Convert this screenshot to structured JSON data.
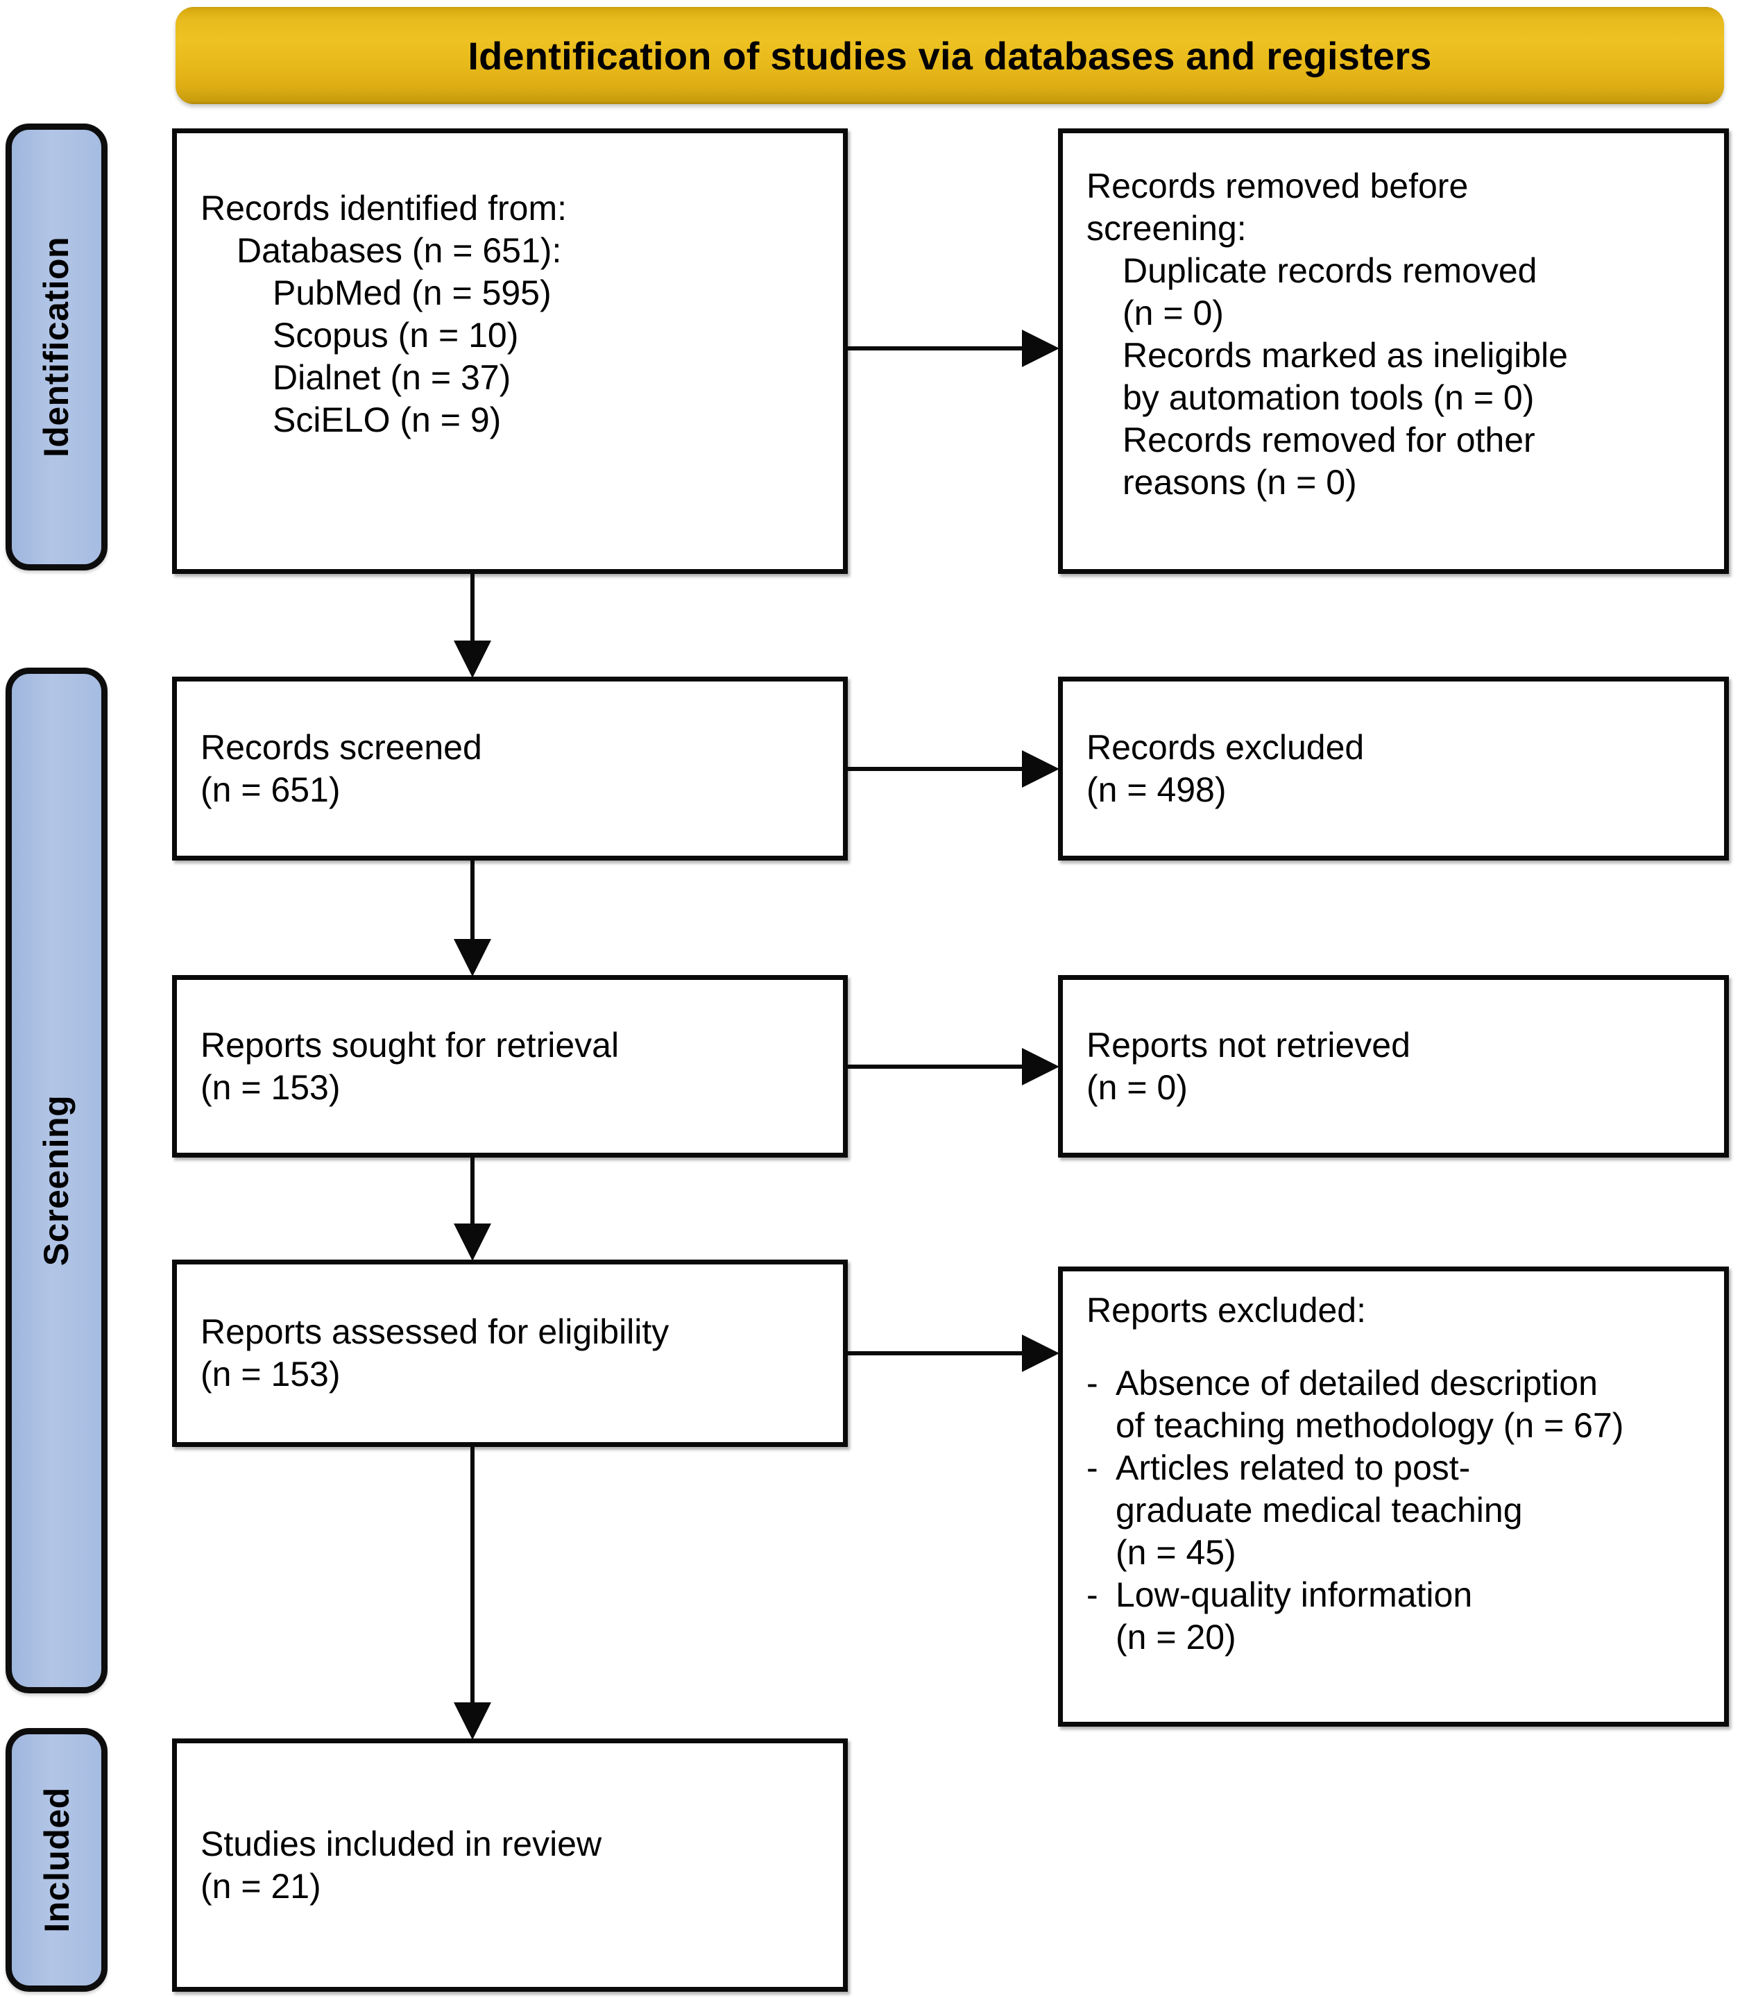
{
  "banner": {
    "title": "Identification of studies via databases and registers",
    "color": "#e8bb1e"
  },
  "phases": {
    "identification": "Identification",
    "screening": "Screening",
    "included": "Included",
    "color": "#a8bde2"
  },
  "boxes": {
    "identified": {
      "heading": "Records identified from:",
      "databases_line": "Databases (n = 651):",
      "sources": [
        "PubMed (n = 595)",
        "Scopus (n = 10)",
        "Dialnet (n = 37)",
        "SciELO (n = 9)"
      ]
    },
    "removed": {
      "heading_line1": "Records removed before",
      "heading_line2": "screening:",
      "items": [
        "Duplicate records removed\n(n = 0)",
        "Records marked as ineligible\nby automation tools (n = 0)",
        "Records removed for other\nreasons (n = 0)"
      ]
    },
    "screened": {
      "label": "Records screened",
      "count": "(n = 651)"
    },
    "records_excluded": {
      "label": "Records excluded",
      "count": "(n = 498)"
    },
    "sought": {
      "label": "Reports sought for retrieval",
      "count": "(n = 153)"
    },
    "not_retrieved": {
      "label": "Reports not retrieved",
      "count": "(n = 0)"
    },
    "assessed": {
      "label": "Reports assessed for eligibility",
      "count": "(n = 153)"
    },
    "reports_excluded": {
      "heading": "Reports excluded:",
      "bullets": [
        {
          "dash": "-",
          "text": "Absence of detailed description\nof teaching methodology (n = 67)"
        },
        {
          "dash": "-",
          "text": "Articles related to post-\ngraduate medical teaching\n(n = 45)"
        },
        {
          "dash": "-",
          "text": "Low-quality information\n(n = 20)"
        }
      ]
    },
    "included": {
      "label": "Studies included in review",
      "count": "(n = 21)"
    }
  },
  "chart_data": {
    "type": "diagram",
    "title": "PRISMA 2020 flow diagram",
    "nodes": [
      {
        "id": "identified",
        "phase": "Identification",
        "label": "Records identified from Databases",
        "n": 651
      },
      {
        "id": "pubmed",
        "phase": "Identification",
        "label": "PubMed",
        "n": 595
      },
      {
        "id": "scopus",
        "phase": "Identification",
        "label": "Scopus",
        "n": 10
      },
      {
        "id": "dialnet",
        "phase": "Identification",
        "label": "Dialnet",
        "n": 37
      },
      {
        "id": "scielo",
        "phase": "Identification",
        "label": "SciELO",
        "n": 9
      },
      {
        "id": "duplicates",
        "phase": "Identification",
        "label": "Duplicate records removed",
        "n": 0
      },
      {
        "id": "ineligible",
        "phase": "Identification",
        "label": "Records marked as ineligible by automation tools",
        "n": 0
      },
      {
        "id": "other_removed",
        "phase": "Identification",
        "label": "Records removed for other reasons",
        "n": 0
      },
      {
        "id": "screened",
        "phase": "Screening",
        "label": "Records screened",
        "n": 651
      },
      {
        "id": "records_excluded",
        "phase": "Screening",
        "label": "Records excluded",
        "n": 498
      },
      {
        "id": "sought",
        "phase": "Screening",
        "label": "Reports sought for retrieval",
        "n": 153
      },
      {
        "id": "not_retrieved",
        "phase": "Screening",
        "label": "Reports not retrieved",
        "n": 0
      },
      {
        "id": "assessed",
        "phase": "Screening",
        "label": "Reports assessed for eligibility",
        "n": 153
      },
      {
        "id": "excl_methodology",
        "phase": "Screening",
        "label": "Absence of detailed description of teaching methodology",
        "n": 67
      },
      {
        "id": "excl_postgrad",
        "phase": "Screening",
        "label": "Articles related to post-graduate medical teaching",
        "n": 45
      },
      {
        "id": "excl_lowquality",
        "phase": "Screening",
        "label": "Low-quality information",
        "n": 20
      },
      {
        "id": "included",
        "phase": "Included",
        "label": "Studies included in review",
        "n": 21
      }
    ],
    "edges": [
      {
        "from": "identified",
        "to": "duplicates"
      },
      {
        "from": "identified",
        "to": "screened"
      },
      {
        "from": "screened",
        "to": "records_excluded"
      },
      {
        "from": "screened",
        "to": "sought"
      },
      {
        "from": "sought",
        "to": "not_retrieved"
      },
      {
        "from": "sought",
        "to": "assessed"
      },
      {
        "from": "assessed",
        "to": "excl_methodology"
      },
      {
        "from": "assessed",
        "to": "included"
      }
    ]
  }
}
